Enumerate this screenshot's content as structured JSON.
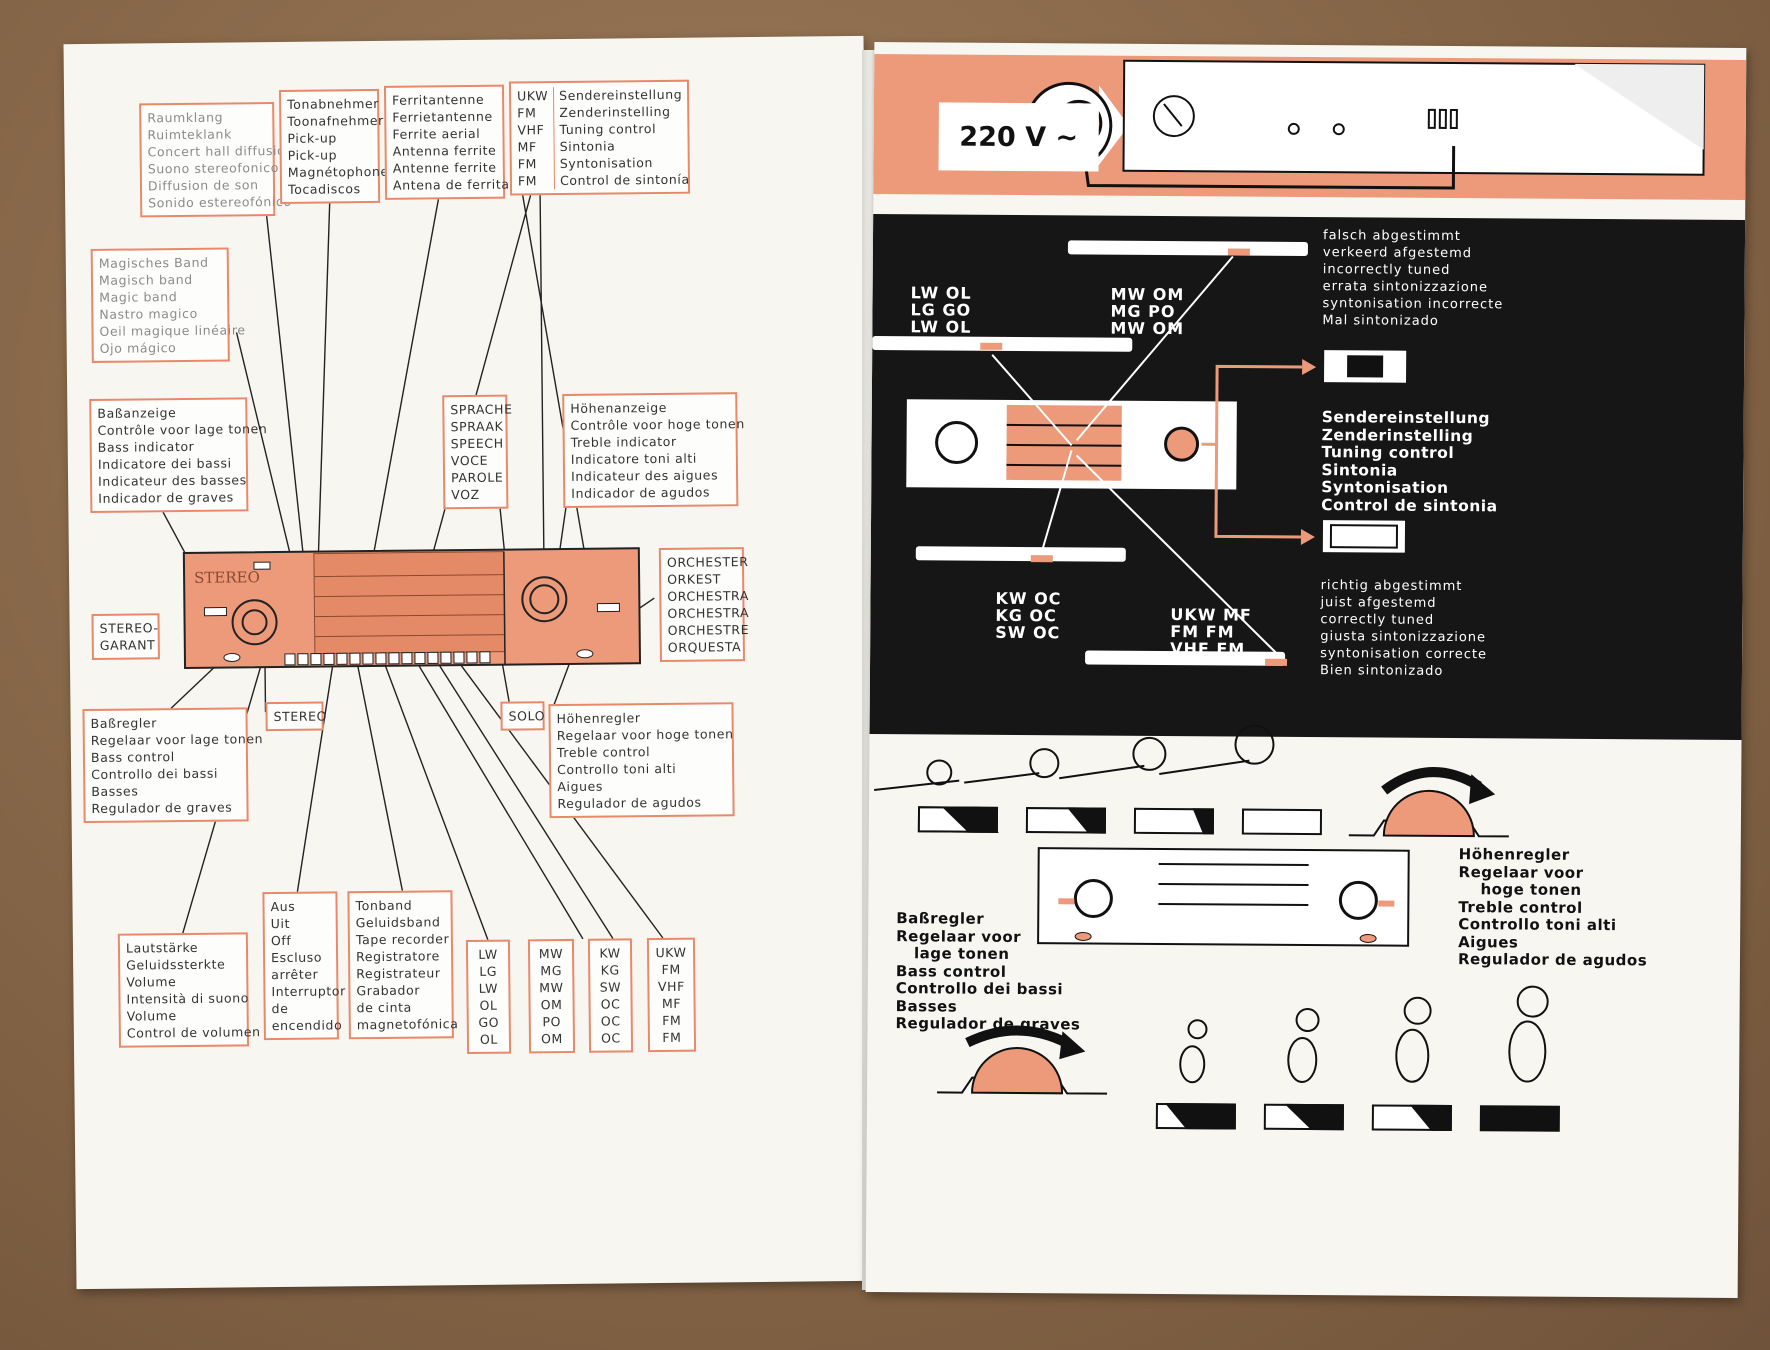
{
  "left": {
    "raumklang": [
      "Raumklang",
      "Ruimteklank",
      "Concert hall diffusion",
      "Suono stereofonico",
      "Diffusion de son",
      "Sonido estereofónico"
    ],
    "tonabnehmer": [
      "Tonabnehmer",
      "Toonafnehmer",
      "Pick-up",
      "Pick-up",
      "Magnétophone",
      "Tocadiscos"
    ],
    "ferrit": [
      "Ferritantenne",
      "Ferrietantenne",
      "Ferrite aerial",
      "Antenna ferrite",
      "Antenne ferrite",
      "Antena de ferrita"
    ],
    "ukw_bands": [
      "UKW",
      "FM",
      "VHF",
      "MF",
      "FM",
      "FM"
    ],
    "sendereinstellung": [
      "Sendereinstellung",
      "Zenderinstelling",
      "Tuning control",
      "Sintonia",
      "Syntonisation",
      "Control de sintonía"
    ],
    "magic": [
      "Magisches Band",
      "Magisch band",
      "Magic band",
      "Nastro magico",
      "Oeil magique linéaire",
      "Ojo mágico"
    ],
    "bass_ind": [
      "Baßanzeige",
      "Contrôle voor lage tonen",
      "Bass indicator",
      "Indicatore dei bassi",
      "Indicateur des basses",
      "Indicador de graves"
    ],
    "sprache": [
      "SPRACHE",
      "SPRAAK",
      "SPEECH",
      "VOCE",
      "PAROLE",
      "VOZ"
    ],
    "treble_ind": [
      "Höhenanzeige",
      "Contrôle voor hoge tonen",
      "Treble indicator",
      "Indicatore toni alti",
      "Indicateur des aigues",
      "Indicador de agudos"
    ],
    "stereo_logo": "STEREO",
    "stereo_garant": [
      "STEREO-",
      "GARANT"
    ],
    "orchester": [
      "ORCHESTER",
      "ORKEST",
      "ORCHESTRA",
      "ORCHESTRA",
      "ORCHESTRE",
      "ORQUESTA"
    ],
    "stereo": "STEREO",
    "solo": "SOLO",
    "bass_ctrl": [
      "Baßregler",
      "Regelaar voor lage tonen",
      "Bass control",
      "Controllo dei bassi",
      "Basses",
      "Regulador de graves"
    ],
    "treble_ctrl": [
      "Höhenregler",
      "Regelaar voor hoge tonen",
      "Treble control",
      "Controllo toni alti",
      "Aigues",
      "Regulador de agudos"
    ],
    "volume": [
      "Lautstärke",
      "Geluidssterkte",
      "Volume",
      "Intensità di suono",
      "Volume",
      "Control de volumen"
    ],
    "aus": [
      "Aus",
      "Uit",
      "Off",
      "Escluso",
      "arrêter",
      "Interruptor",
      "de",
      "encendido"
    ],
    "tonband": [
      "Tonband",
      "Geluidsband",
      "Tape recorder",
      "Registratore",
      "Registrateur",
      "Grabador",
      "de cinta",
      "magnetofónica"
    ],
    "lw": [
      "LW",
      "LG",
      "LW",
      "OL",
      "GO",
      "OL"
    ],
    "mw": [
      "MW",
      "MG",
      "MW",
      "OM",
      "PO",
      "OM"
    ],
    "kw": [
      "KW",
      "KG",
      "SW",
      "OC",
      "OC",
      "OC"
    ],
    "ukw": [
      "UKW",
      "FM",
      "VHF",
      "MF",
      "FM",
      "FM"
    ]
  },
  "right": {
    "voltage": "220 V ~",
    "lw_band": [
      "LW OL",
      "LG GO",
      "LW OL"
    ],
    "mw_band": [
      "MW OM",
      "MG PO",
      "MW OM"
    ],
    "kw_band": [
      "KW OC",
      "KG OC",
      "SW OC"
    ],
    "ukw_band": [
      "UKW MF",
      "FM FM",
      "VHF FM"
    ],
    "incorrect": [
      "falsch abgestimmt",
      "verkeerd afgestemd",
      "incorrectly tuned",
      "errata sintonizzazione",
      "syntonisation incorrecte",
      "Mal sintonizado"
    ],
    "tuning": [
      "Sendereinstellung",
      "Zenderinstelling",
      "Tuning control",
      "Sintonia",
      "Syntonisation",
      "Control de sintonia"
    ],
    "correct": [
      "richtig abgestimmt",
      "juist afgestemd",
      "correctly tuned",
      "giusta sintonizzazione",
      "syntonisation correcte",
      "Bien sintonizado"
    ],
    "treble": [
      "Höhenregler",
      "Regelaar voor",
      "hoge tonen",
      "Treble control",
      "Controllo toni alti",
      "Aigues",
      "Regulador de agudos"
    ],
    "bass": [
      "Baßregler",
      "Regelaar voor",
      "lage tonen",
      "Bass control",
      "Controllo dei bassi",
      "Basses",
      "Regulador de graves"
    ]
  },
  "colors": {
    "accent": "#ec9a7a",
    "panel": "#161616",
    "paper": "#f7f6f1"
  }
}
